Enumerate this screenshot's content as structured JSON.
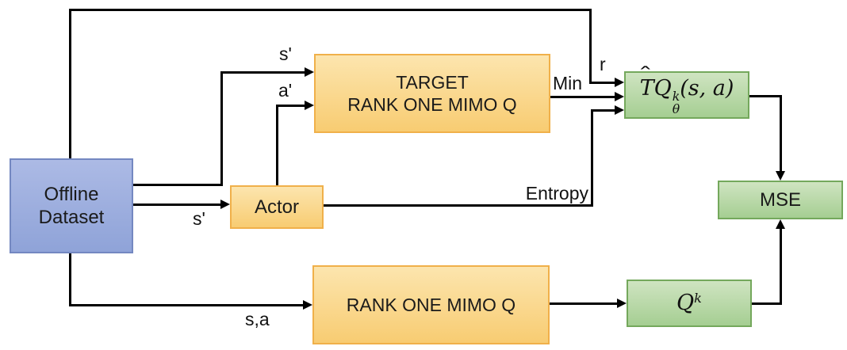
{
  "diagram": {
    "background": "#FFFFFF"
  },
  "colors": {
    "blue_fill_top": "#ACBAE5",
    "blue_fill_bottom": "#8FA3D8",
    "blue_border": "#7488C1",
    "orange_fill_top": "#FCE5AE",
    "orange_fill_bottom": "#F8CC72",
    "orange_border": "#F0B04A",
    "green_fill_top": "#CFE4C1",
    "green_fill_bottom": "#A5CE92",
    "green_border": "#74A85C",
    "line": "#000000"
  },
  "blocks": {
    "offline_dataset": {
      "line1": "Offline",
      "line2": "Dataset"
    },
    "target_q": {
      "line1": "TARGET",
      "line2": "RANK ONE MIMO Q"
    },
    "actor": {
      "label": "Actor"
    },
    "bellman_target": {
      "hat": "ˆ",
      "operator": "T",
      "q": "Q",
      "sup": "k",
      "sub": "θ",
      "args": "(s, a)"
    },
    "mse": {
      "label": "MSE"
    },
    "rank_one_mimo_q": {
      "label": "RANK ONE MIMO Q"
    },
    "q_k": {
      "base": "Q",
      "sup": "k"
    }
  },
  "edge_labels": {
    "s_prime_target": "s'",
    "a_prime": "a'",
    "s_prime_actor": "s'",
    "reward": "r",
    "min": "Min",
    "entropy": "Entropy",
    "state_action": "s,a"
  }
}
